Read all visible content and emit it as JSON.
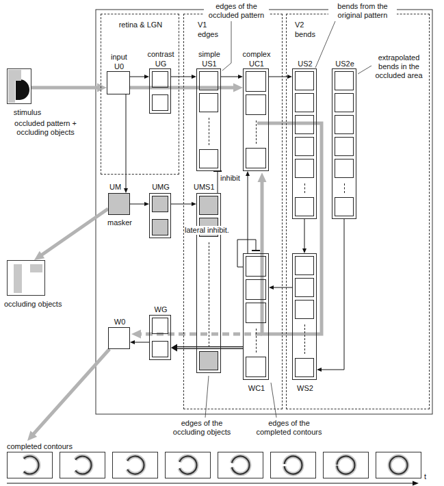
{
  "diagram": {
    "nodes": [
      {
        "text": [
          "retina & LGN"
        ]
      },
      {
        "text": [
          "input",
          "U0"
        ],
        "in": 0
      },
      {
        "text": [
          "contrast",
          "UG"
        ],
        "in": 0
      },
      {
        "text": [
          "V1",
          "edges"
        ]
      },
      {
        "text": [
          "simple",
          "US1"
        ],
        "in": 3
      },
      {
        "text": [
          "complex",
          "UC1"
        ],
        "in": 3
      },
      {
        "text": [
          "UMS1"
        ],
        "in": 3
      },
      {
        "text": [
          "WC1"
        ],
        "in": 3
      },
      {
        "text": [
          "V2",
          "bends"
        ]
      },
      {
        "text": [
          "US2"
        ],
        "in": 8
      },
      {
        "text": [
          "US2e"
        ],
        "in": 8
      },
      {
        "text": [
          "WS2"
        ],
        "in": 8
      },
      {
        "text": [
          "stimulus",
          "occluded pattern + occluding objects"
        ]
      },
      {
        "text": [
          "UM",
          "masker"
        ]
      },
      {
        "text": [
          "UMG"
        ]
      },
      {
        "text": [
          "occluding objects"
        ]
      },
      {
        "text": [
          "WG"
        ]
      },
      {
        "text": [
          "W0"
        ]
      },
      {
        "text": [
          "completed contours"
        ]
      }
    ],
    "edges": [
      {
        "from": 12,
        "to": 1,
        "arrow": "to"
      },
      {
        "from": 1,
        "to": 2,
        "arrow": "to"
      },
      {
        "from": 2,
        "to": 4,
        "arrow": "to"
      },
      {
        "from": 4,
        "to": 5,
        "arrow": "to"
      },
      {
        "from": 5,
        "to": 9,
        "arrow": "to"
      },
      {
        "from": 9,
        "to": 11,
        "arrow": "to"
      },
      {
        "from": 10,
        "to": 11,
        "arrow": "to"
      },
      {
        "from": 11,
        "to": 7,
        "arrow": "to"
      },
      {
        "from": 7,
        "to": 5,
        "arrow": "to"
      },
      {
        "from": 1,
        "to": 13,
        "arrow": "to"
      },
      {
        "from": 13,
        "to": 14,
        "arrow": "to"
      },
      {
        "from": 14,
        "to": 6,
        "arrow": "to"
      },
      {
        "from": 6,
        "to": 4,
        "arrow": "to",
        "label": "inhibit"
      },
      {
        "from": 13,
        "to": 15,
        "arrow": "to"
      },
      {
        "from": 7,
        "to": 16,
        "arrow": "to"
      },
      {
        "from": 16,
        "to": 17,
        "arrow": "to"
      },
      {
        "from": 17,
        "to": 18,
        "arrow": "to"
      }
    ],
    "labels": [
      "edges of the occluded pattern",
      "bends from the original pattern",
      "extrapolated bends in the occluded area",
      "lateral inhibit.",
      "edges of the occluding objects",
      "edges of the completed contours",
      "t"
    ]
  }
}
